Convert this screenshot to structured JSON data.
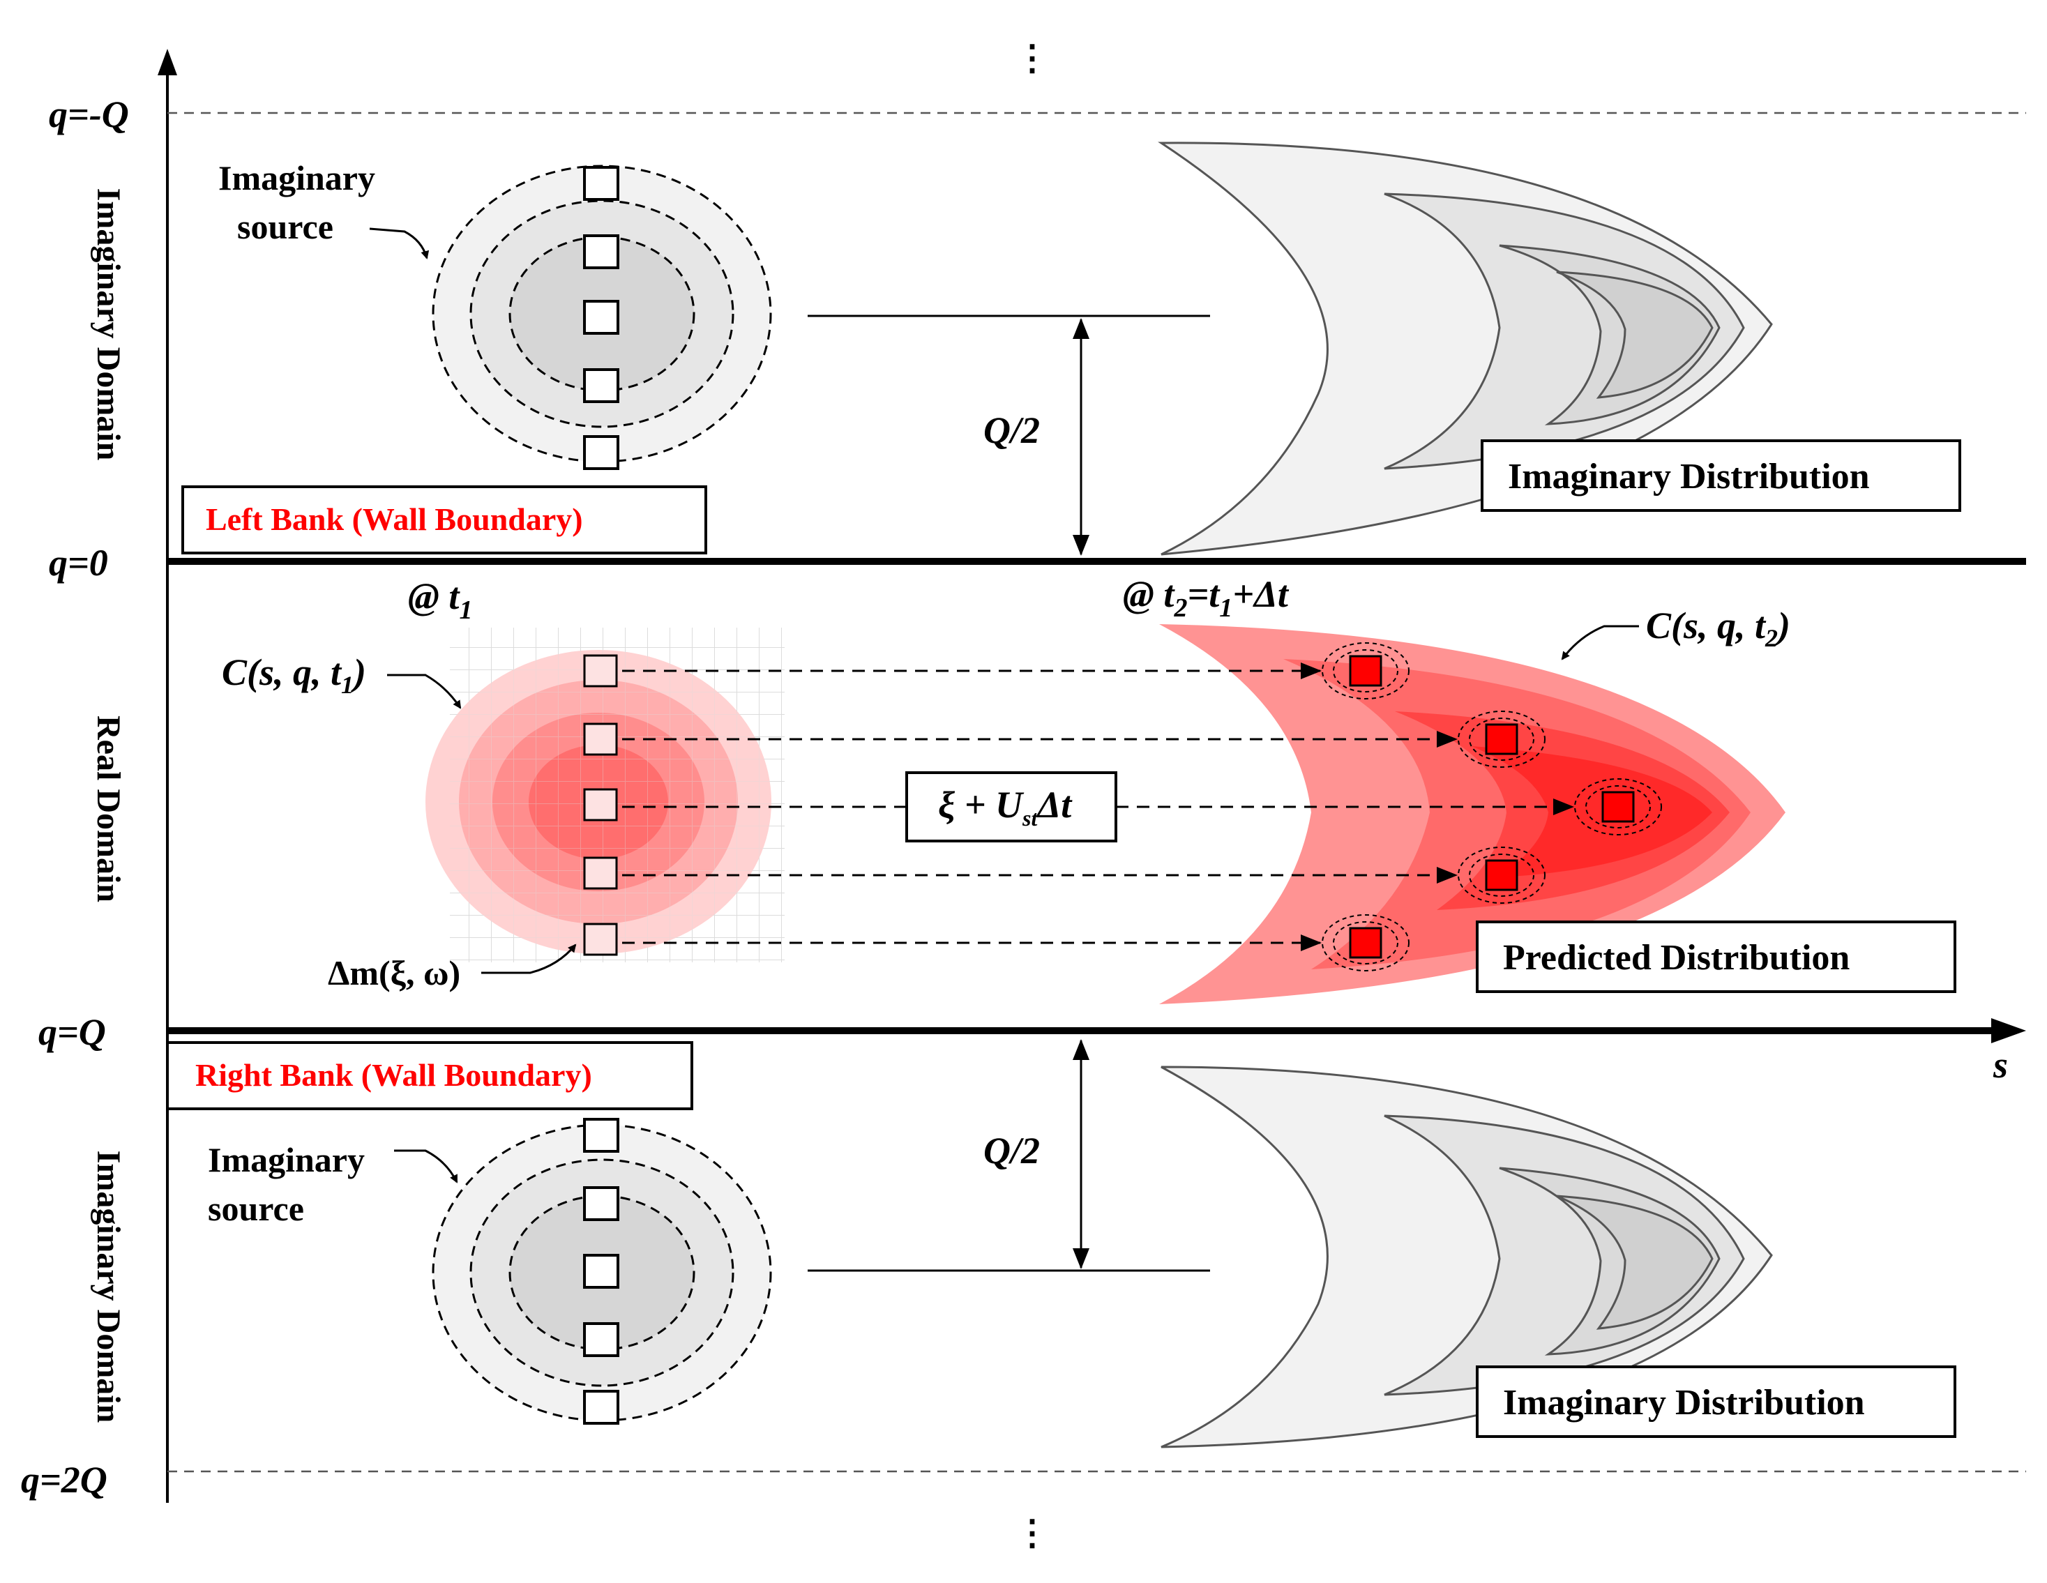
{
  "axes": {
    "q_neg_Q": "q=-Q",
    "q_zero": "q=0",
    "q_Q": "q=Q",
    "q_2Q": "q=2Q",
    "s": "s",
    "ellipsis": "⋮"
  },
  "domains": {
    "top": "Imaginary Domain",
    "middle": "Real Domain",
    "bottom": "Imaginary Domain"
  },
  "banks": {
    "left": "Left Bank (Wall  Boundary)",
    "right": "Right Bank (Wall  Boundary)"
  },
  "labels": {
    "imaginary_source_line1": "Imaginary",
    "imaginary_source_line2": "source",
    "half_Q": "Q/2",
    "imaginary_distribution": "Imaginary Distribution",
    "predicted_distribution": "Predicted Distribution",
    "at_t1": "@ t",
    "at_t1_sub": "1",
    "at_t2_pre": "@ t",
    "at_t2_sub": "2",
    "at_t2_mid": "=t",
    "at_t2_sub1": "1",
    "at_t2_post": "+Δt",
    "c_t1": "C(s, q, t",
    "c_t1_sub": "1",
    "c_t1_close": ")",
    "c_t2": "C(s, q, t",
    "c_t2_sub": "2",
    "c_t2_close": ")",
    "delta_m": "Δm(ξ, ω)",
    "shift_xi": "ξ + U",
    "shift_sub": "st",
    "shift_post": "Δt"
  },
  "colors": {
    "red": "#ff0000",
    "gray_light": "#f2f2f2",
    "gray_mid": "#e0e0e0",
    "gray_dark": "#d0d0d0"
  }
}
